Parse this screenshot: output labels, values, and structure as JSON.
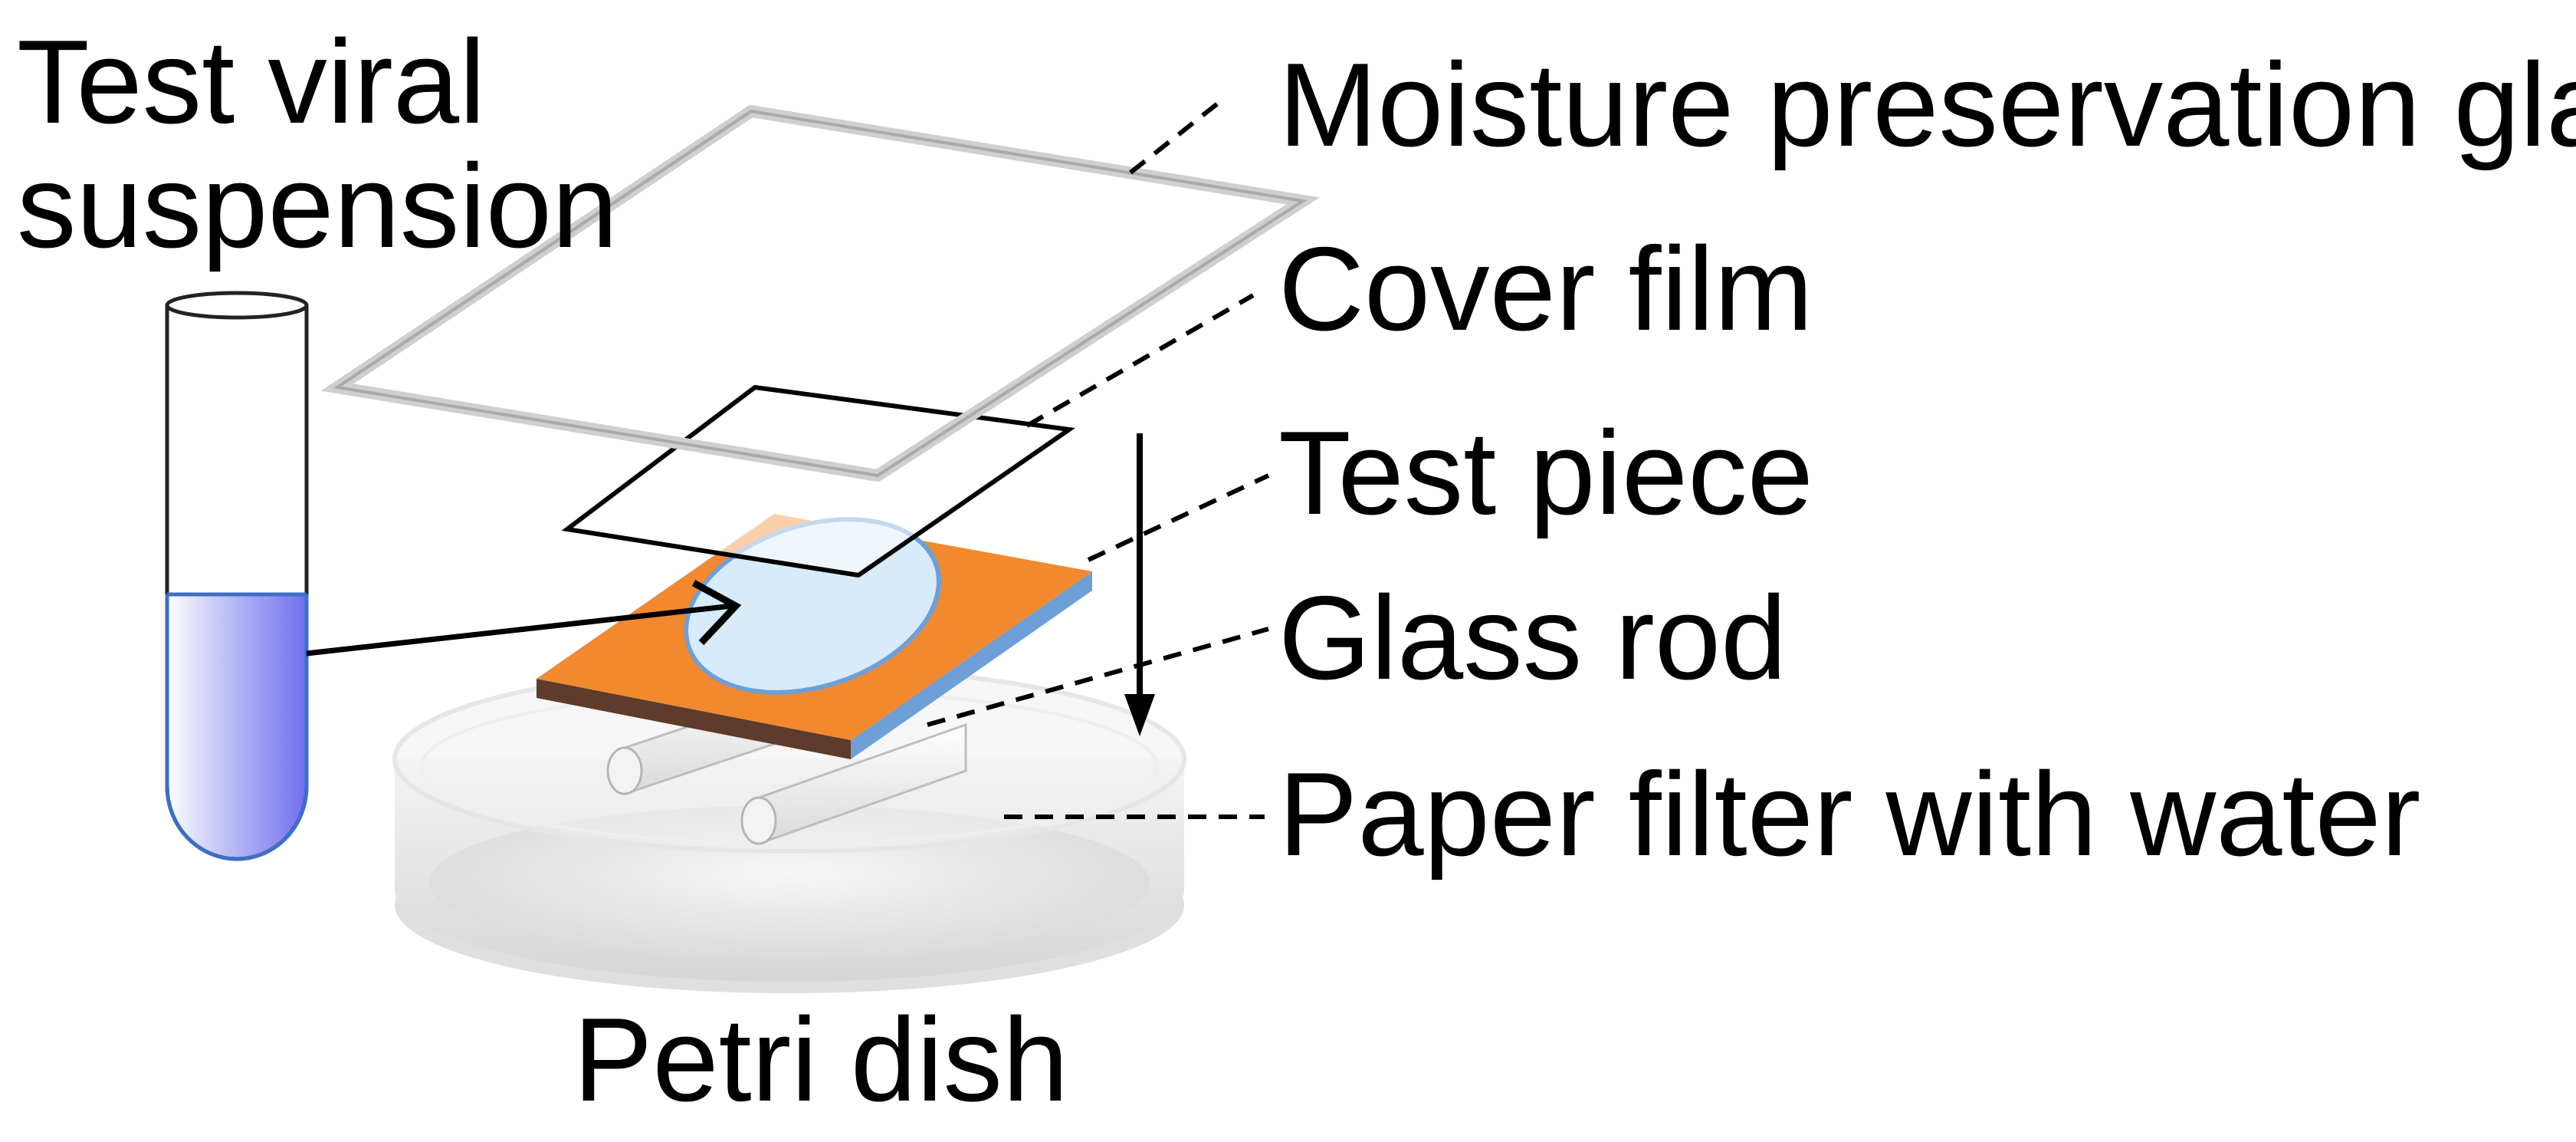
{
  "labels": {
    "test_viral_suspension_line1": "Test viral",
    "test_viral_suspension_line2": "suspension",
    "moisture_preservation_glass": "Moisture preservation glass",
    "cover_film": "Cover film",
    "test_piece": "Test piece",
    "glass_rod": "Glass rod",
    "paper_filter_with_water": "Paper filter with water",
    "petri_dish": "Petri dish"
  },
  "colors": {
    "test_piece_orange": "#F2892E",
    "test_piece_brown": "#5E3B2A",
    "test_piece_edge_blue": "#6E9FD6",
    "suspension_drop": "#D7EBFA",
    "tube_liquid": "#7B7BF0",
    "glass_outline": "#C8C8C8",
    "petri_dish_gray": "#E4E4E4"
  }
}
